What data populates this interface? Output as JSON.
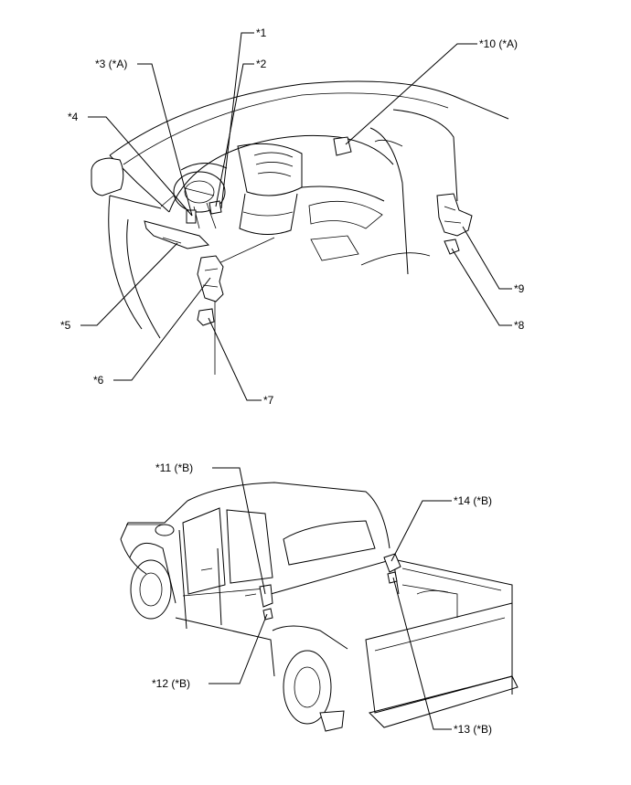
{
  "labels": {
    "l1": "*1",
    "l2": "*2",
    "l3": "*3 (*A)",
    "l4": "*4",
    "l5": "*5",
    "l6": "*6",
    "l7": "*7",
    "l8": "*8",
    "l9": "*9",
    "l10": "*10 (*A)",
    "l11": "*11 (*B)",
    "l12": "*12 (*B)",
    "l13": "*13 (*B)",
    "l14": "*14 (*B)"
  }
}
